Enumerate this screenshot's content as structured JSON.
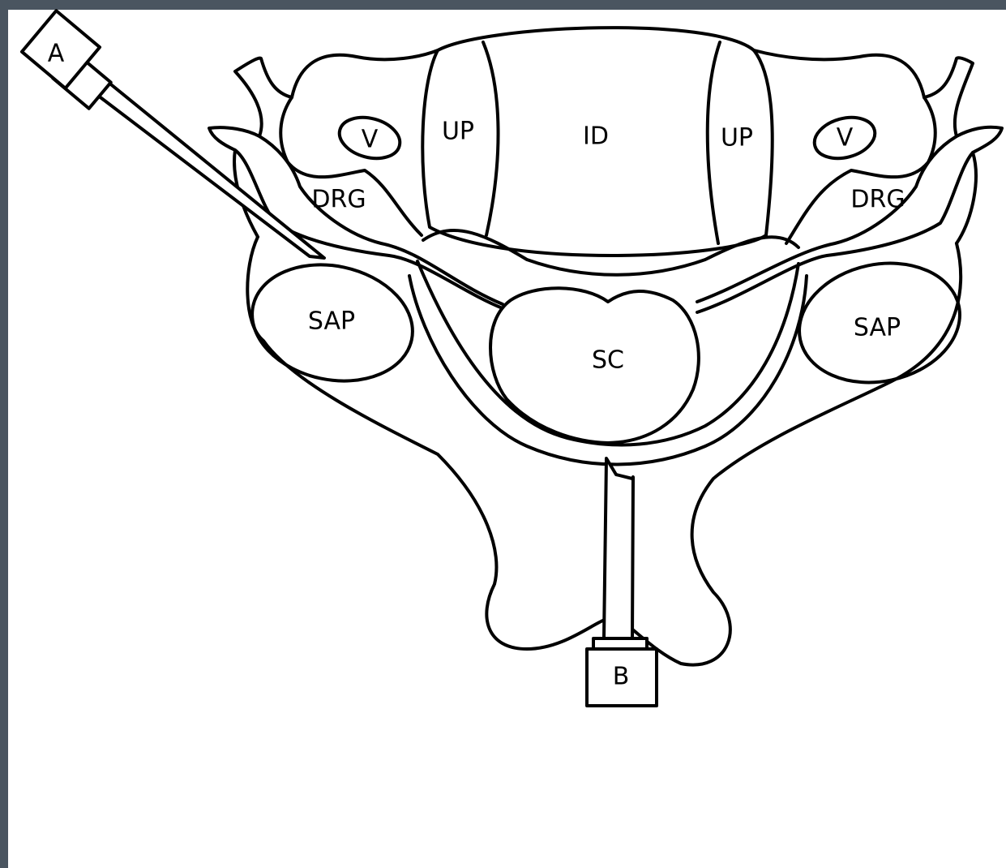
{
  "colors": {
    "border": "#4a5560",
    "paper": "#ffffff",
    "ink": "#000000"
  },
  "labels": {
    "needle_a": "A",
    "needle_b": "B",
    "vertebral_left": "V",
    "vertebral_right": "V",
    "uncinate_left": "UP",
    "uncinate_right": "UP",
    "intervertebral_disc": "ID",
    "drg_left": "DRG",
    "drg_right": "DRG",
    "sap_left": "SAP",
    "sap_right": "SAP",
    "spinal_cord": "SC"
  }
}
